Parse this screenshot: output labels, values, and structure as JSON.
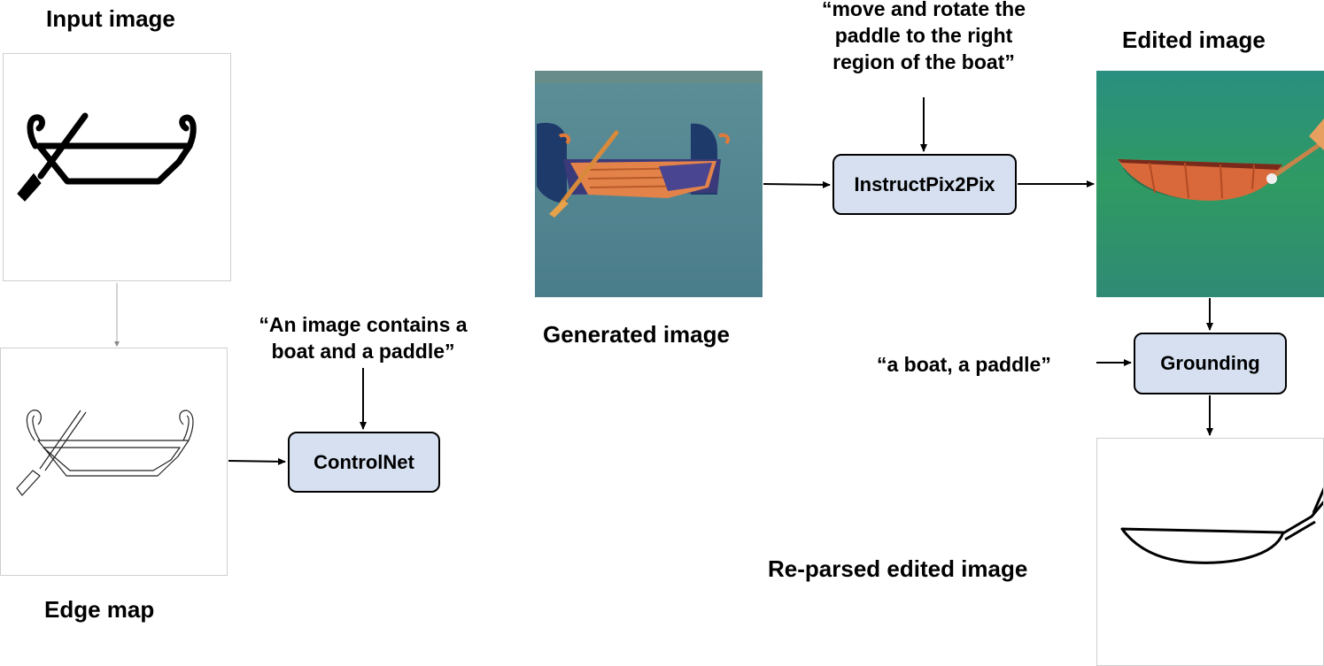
{
  "labels": {
    "input_image": "Input image",
    "edge_map": "Edge map",
    "generated_image": "Generated image",
    "edited_image": "Edited image",
    "reparsed": "Re-parsed edited image"
  },
  "prompts": {
    "controlnet": [
      "“An image contains a",
      "boat and a paddle”"
    ],
    "instruct": [
      "“move and rotate the",
      "paddle to the right",
      "region of the boat”"
    ],
    "grounding": "“a boat, a paddle”"
  },
  "boxes": {
    "controlnet": "ControlNet",
    "instructpix2pix": "InstructPix2Pix",
    "grounding": "Grounding"
  },
  "colors": {
    "box_fill": "#d6e0f0",
    "water_generated": "#4f8592",
    "water_edited": "#2e9a6a",
    "boat_orange": "#e07a3a"
  }
}
